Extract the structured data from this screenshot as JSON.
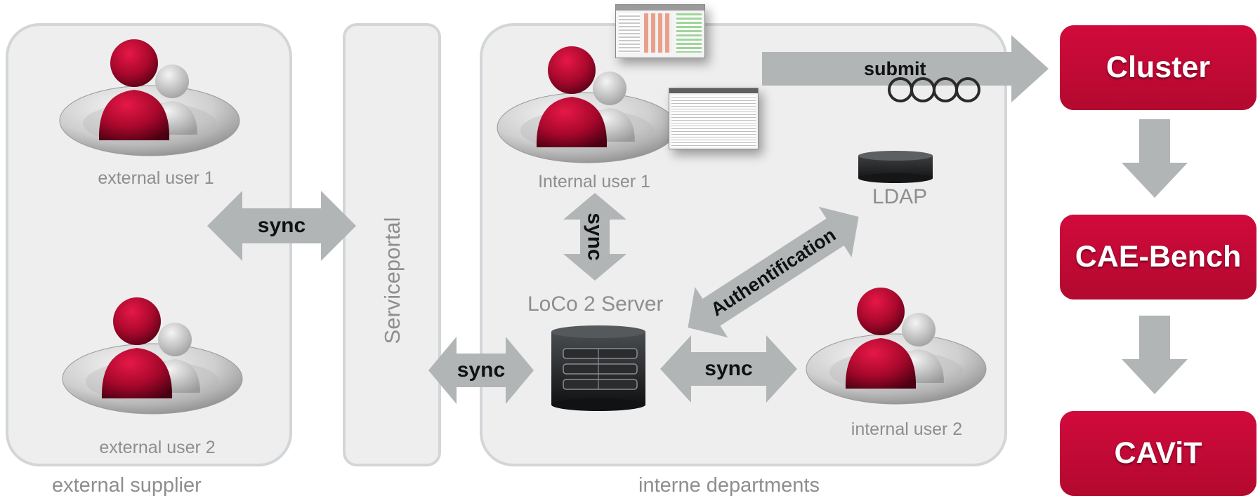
{
  "panels": {
    "external": {
      "caption": "external supplier"
    },
    "serviceportal": {
      "label": "Serviceportal"
    },
    "internal": {
      "caption": "interne departments"
    }
  },
  "users": {
    "external_1": "external user 1",
    "external_2": "external user 2",
    "internal_1": "Internal user 1",
    "internal_2": "internal user 2"
  },
  "server": {
    "label": "LoCo 2 Server"
  },
  "ldap": {
    "label": "LDAP"
  },
  "arrows": {
    "sync_external": "sync",
    "sync_vertical": "sync",
    "sync_portal_server": "sync",
    "sync_server_user2": "sync",
    "submit": "submit",
    "authentication": "Authentification"
  },
  "pipeline": {
    "boxes": [
      "Cluster",
      "CAE-Bench",
      "CAViT"
    ]
  },
  "colors": {
    "brand_red": "#c50a35",
    "panel_fill": "#eeeeef",
    "panel_border": "#d3d6d8",
    "arrow_gray": "#b2b5b6",
    "text_gray": "#8e8e8e"
  }
}
